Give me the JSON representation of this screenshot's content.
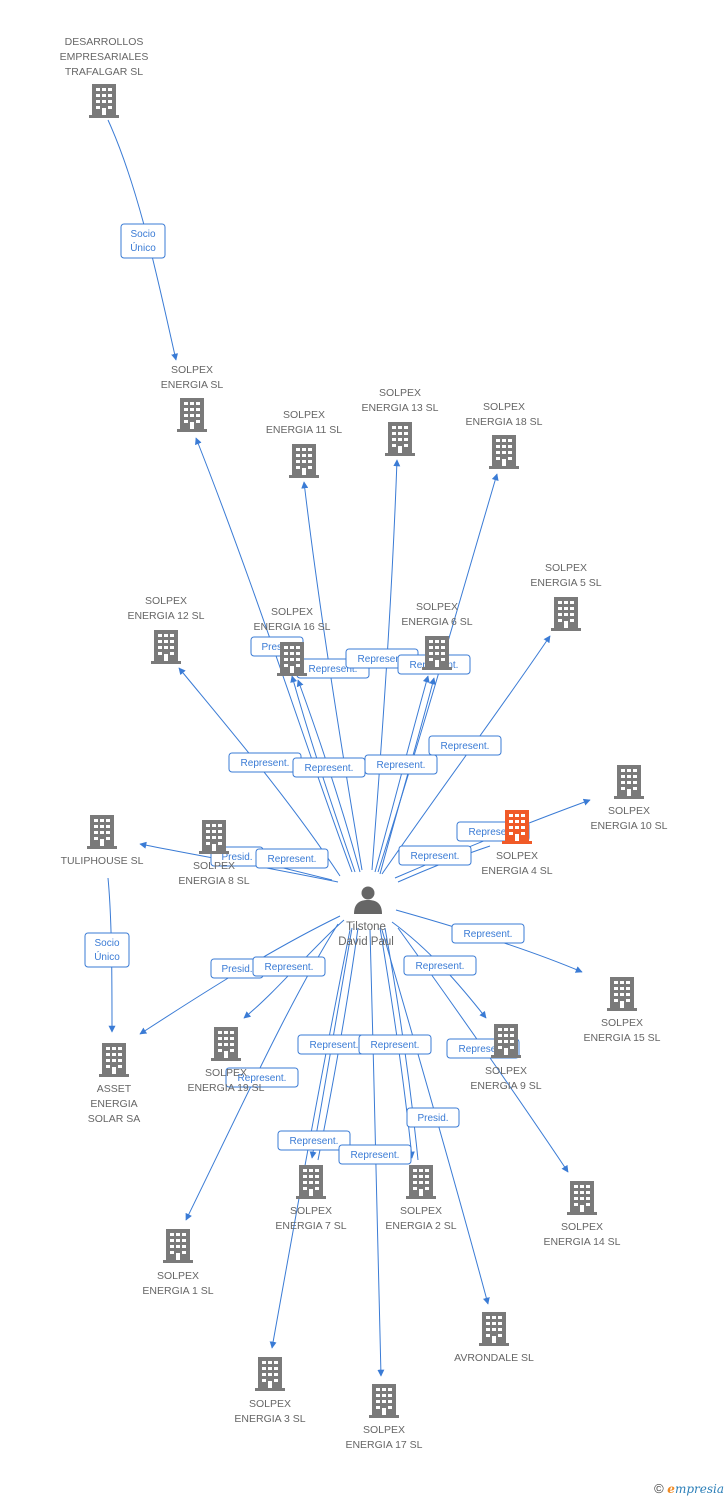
{
  "person": {
    "line1": "Tilstone",
    "line2": "David Paul",
    "icon": "person-icon"
  },
  "colors": {
    "edge": "#3a7bd5",
    "building": "#7a7a7a",
    "highlight": "#f05a28",
    "label": "#666666"
  },
  "companies": {
    "desarrollos": [
      "DESARROLLOS",
      "EMPRESARIALES",
      "TRAFALGAR SL"
    ],
    "e0": [
      "SOLPEX",
      "ENERGIA SL"
    ],
    "e11": [
      "SOLPEX",
      "ENERGIA 11 SL"
    ],
    "e13": [
      "SOLPEX",
      "ENERGIA 13 SL"
    ],
    "e18": [
      "SOLPEX",
      "ENERGIA 18 SL"
    ],
    "e5": [
      "SOLPEX",
      "ENERGIA 5 SL"
    ],
    "e12": [
      "SOLPEX",
      "ENERGIA 12 SL"
    ],
    "e16": [
      "SOLPEX",
      "ENERGIA 16 SL"
    ],
    "e6": [
      "SOLPEX",
      "ENERGIA 6 SL"
    ],
    "e10": [
      "SOLPEX",
      "ENERGIA 10 SL"
    ],
    "tuliphouse": [
      "TULIPHOUSE SL"
    ],
    "e8": [
      "SOLPEX",
      "ENERGIA 8 SL"
    ],
    "e4": [
      "SOLPEX",
      "ENERGIA 4 SL"
    ],
    "e15": [
      "SOLPEX",
      "ENERGIA 15 SL"
    ],
    "asset": [
      "ASSET",
      "ENERGIA",
      "SOLAR SA"
    ],
    "e19": [
      "SOLPEX",
      "ENERGIA 19 SL"
    ],
    "e9": [
      "SOLPEX",
      "ENERGIA 9 SL"
    ],
    "e7": [
      "SOLPEX",
      "ENERGIA 7 SL"
    ],
    "e2": [
      "SOLPEX",
      "ENERGIA 2 SL"
    ],
    "e14": [
      "SOLPEX",
      "ENERGIA 14 SL"
    ],
    "e1": [
      "SOLPEX",
      "ENERGIA 1 SL"
    ],
    "avrondale": [
      "AVRONDALE SL"
    ],
    "e3": [
      "SOLPEX",
      "ENERGIA 3 SL"
    ],
    "e17": [
      "SOLPEX",
      "ENERGIA 17 SL"
    ]
  },
  "edge_labels": {
    "socio_unico": [
      "Socio",
      "Único"
    ],
    "presid": "Presid.",
    "represent": "Represent."
  },
  "footer": {
    "copyright": "©",
    "brand_first": "e",
    "brand_rest": "mpresia"
  }
}
